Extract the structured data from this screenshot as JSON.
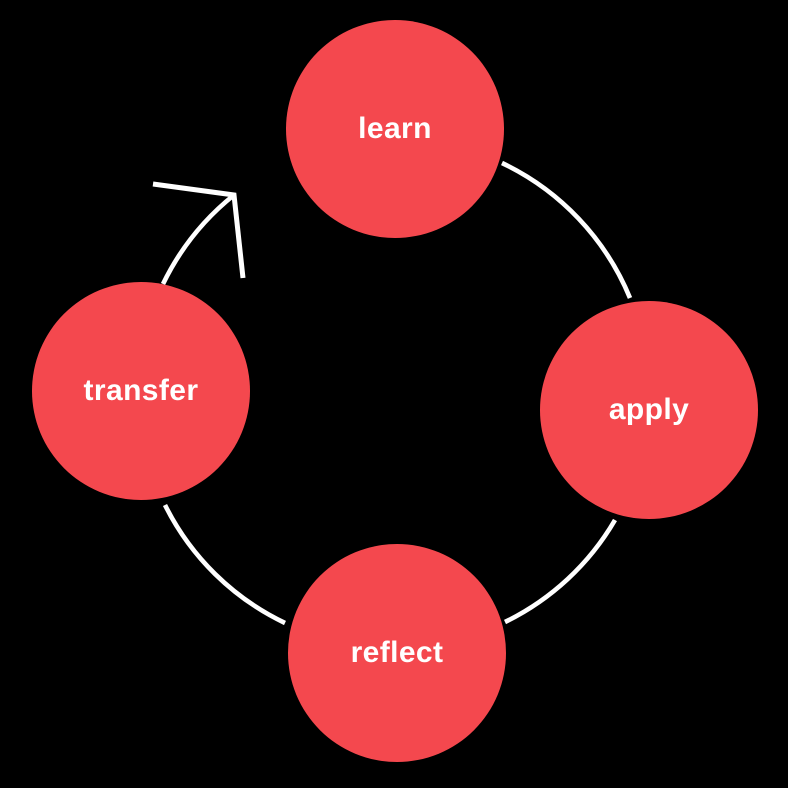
{
  "diagram": {
    "type": "cycle",
    "direction": "clockwise",
    "colors": {
      "background": "#000000",
      "node": "#f4484e",
      "label": "#ffffff",
      "arc": "#ffffff"
    },
    "nodes": [
      {
        "id": "learn",
        "label": "learn",
        "position": "top"
      },
      {
        "id": "apply",
        "label": "apply",
        "position": "right"
      },
      {
        "id": "reflect",
        "label": "reflect",
        "position": "bottom"
      },
      {
        "id": "transfer",
        "label": "transfer",
        "position": "left"
      }
    ],
    "edges": [
      {
        "from": "learn",
        "to": "apply",
        "arrowhead": false
      },
      {
        "from": "apply",
        "to": "reflect",
        "arrowhead": false
      },
      {
        "from": "reflect",
        "to": "transfer",
        "arrowhead": false
      },
      {
        "from": "transfer",
        "to": "learn",
        "arrowhead": true
      }
    ]
  }
}
